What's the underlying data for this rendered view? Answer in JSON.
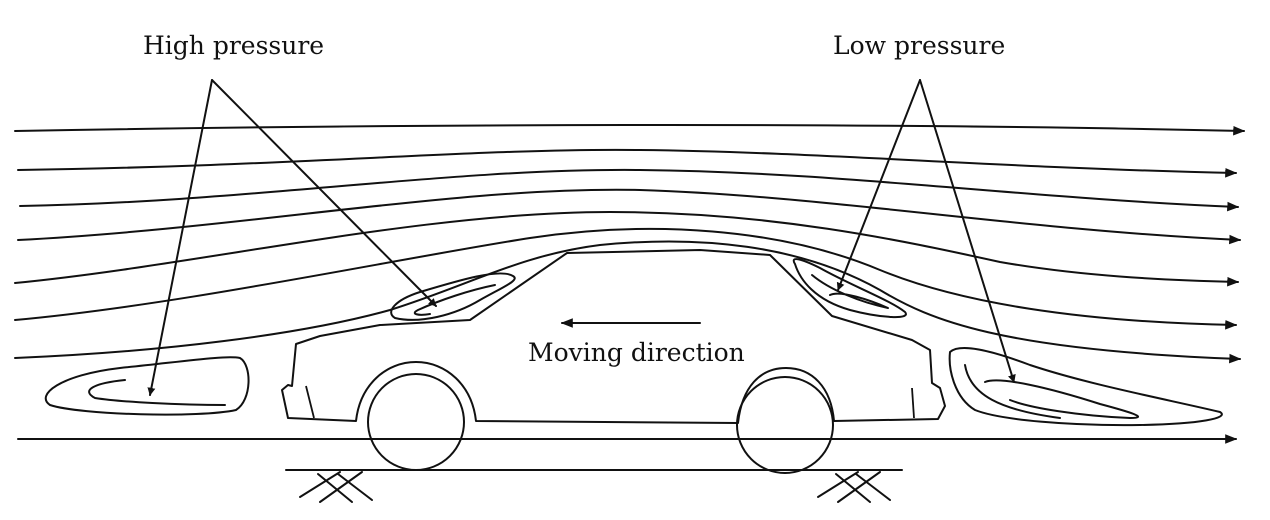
{
  "labels": {
    "high_pressure": "High pressure",
    "low_pressure": "Low pressure",
    "moving_direction": "Moving direction"
  },
  "colors": {
    "line": "#111111",
    "background": "#ffffff"
  }
}
